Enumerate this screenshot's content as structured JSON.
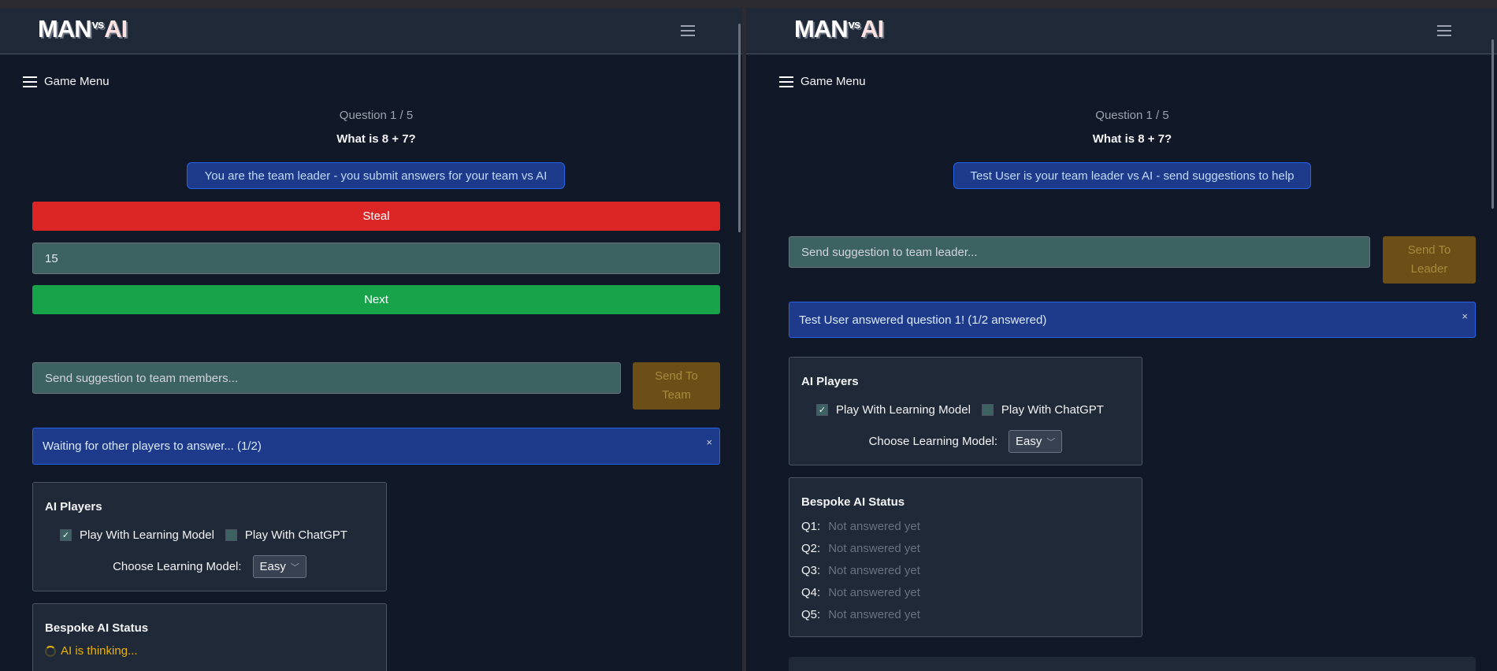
{
  "logo": {
    "man": "MAN",
    "vs": "vs",
    "ai": "AI"
  },
  "left": {
    "game_menu": "Game Menu",
    "question_number": "Question 1 / 5",
    "question": "What is 8 + 7?",
    "role_badge": "You are the team leader - you submit answers for your team vs AI",
    "steal_label": "Steal",
    "answer_value": "15",
    "next_label": "Next",
    "suggestion_placeholder": "Send suggestion to team members...",
    "send_label": "Send To Team",
    "alert": "Waiting for other players to answer... (1/2)",
    "alert_close": "×",
    "ai_players": {
      "title": "AI Players",
      "learning_model": "Play With Learning Model",
      "learning_checked": true,
      "chatgpt": "Play With ChatGPT",
      "chatgpt_checked": false,
      "choose_label": "Choose Learning Model:",
      "model": "Easy"
    },
    "bespoke": {
      "title": "Bespoke AI Status",
      "status": "AI is thinking..."
    }
  },
  "right": {
    "game_menu": "Game Menu",
    "question_number": "Question 1 / 5",
    "question": "What is 8 + 7?",
    "role_badge": "Test User is your team leader vs AI - send suggestions to help",
    "suggestion_placeholder": "Send suggestion to team leader...",
    "send_label": "Send To Leader",
    "alert": "Test User answered question 1! (1/2 answered)",
    "alert_close": "×",
    "ai_players": {
      "title": "AI Players",
      "learning_model": "Play With Learning Model",
      "learning_checked": true,
      "chatgpt": "Play With ChatGPT",
      "chatgpt_checked": false,
      "choose_label": "Choose Learning Model:",
      "model": "Easy"
    },
    "bespoke": {
      "title": "Bespoke AI Status",
      "rows": [
        {
          "q": "Q1:",
          "v": "Not answered yet"
        },
        {
          "q": "Q2:",
          "v": "Not answered yet"
        },
        {
          "q": "Q3:",
          "v": "Not answered yet"
        },
        {
          "q": "Q4:",
          "v": "Not answered yet"
        },
        {
          "q": "Q5:",
          "v": "Not answered yet"
        }
      ]
    }
  },
  "colors": {
    "steal": "#dc2626",
    "next": "#16a34a",
    "info": "#1e3a8a",
    "send": "#6b4f17",
    "bg": "#111827",
    "card": "#1f2937"
  }
}
